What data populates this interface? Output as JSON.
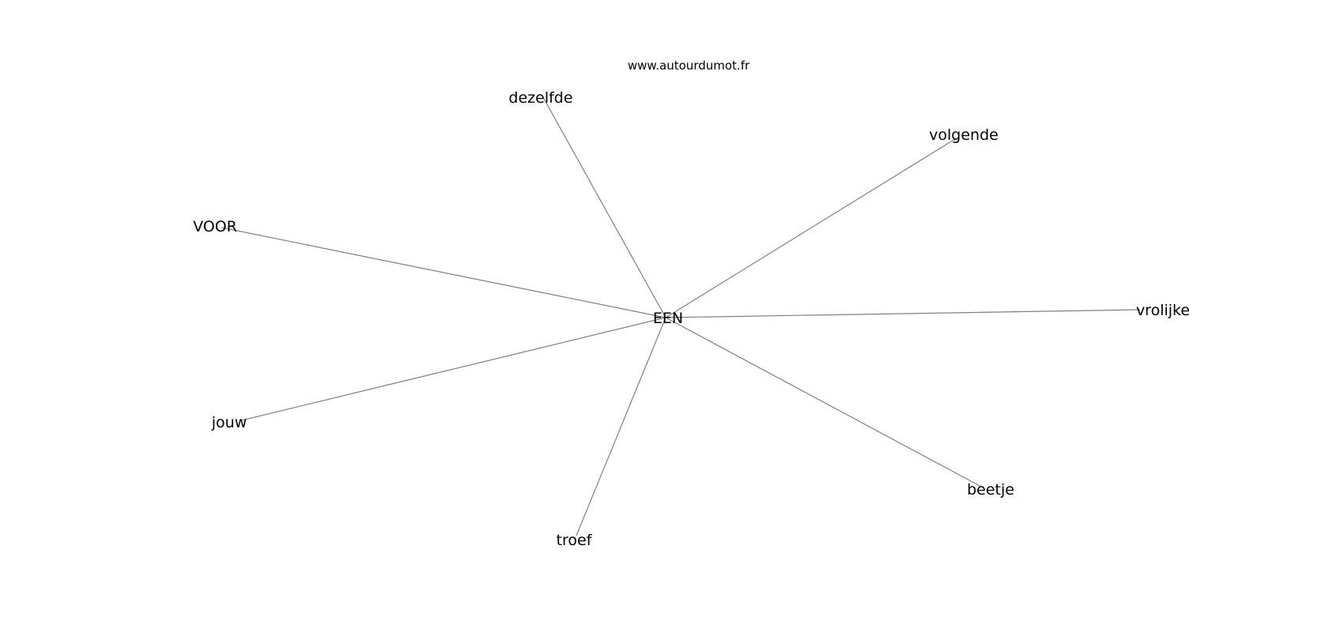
{
  "watermark": "www.autourdumot.fr",
  "graph": {
    "center": "EEN",
    "neighbors": [
      "dezelfde",
      "volgende",
      "VOOR",
      "vrolijke",
      "jouw",
      "beetje",
      "troef"
    ]
  },
  "colors": {
    "edge": "#808080",
    "text": "#000000",
    "background": "#ffffff"
  }
}
